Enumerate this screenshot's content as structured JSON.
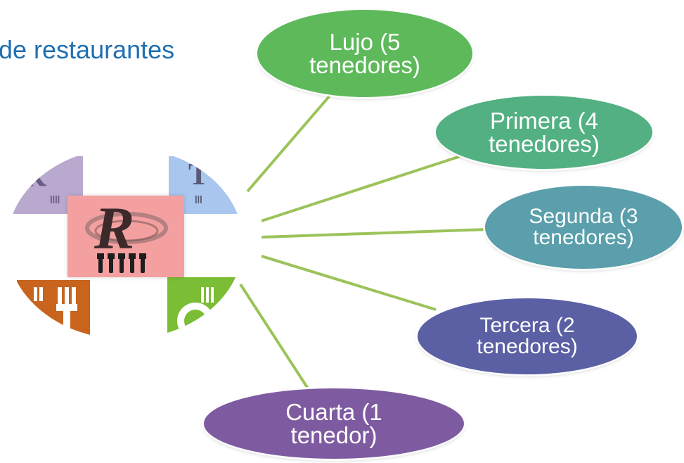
{
  "title": "de restaurantes",
  "hub": {
    "icon": "restaurant-logo-icon",
    "logo_letter": "R"
  },
  "categories": [
    {
      "label": "Lujo (5 tenedores)",
      "line1": "Lujo (5",
      "line2": "tenedores)",
      "color": "#5eb95b"
    },
    {
      "label": "Primera (4 tenedores)",
      "line1": "Primera (4",
      "line2": "tenedores)",
      "color": "#52b082"
    },
    {
      "label": "Segunda (3 tenedores)",
      "line1": "Segunda (3",
      "line2": "tenedores)",
      "color": "#5a9fab"
    },
    {
      "label": "Tercera (2 tenedores)",
      "line1": "Tercera (2",
      "line2": "tenedores)",
      "color": "#5a60a3"
    },
    {
      "label": "Cuarta (1 tenedor)",
      "line1": "Cuarta (1",
      "line2": "tenedor)",
      "color": "#7e5ba0"
    }
  ],
  "connector_color": "#9cc35a"
}
